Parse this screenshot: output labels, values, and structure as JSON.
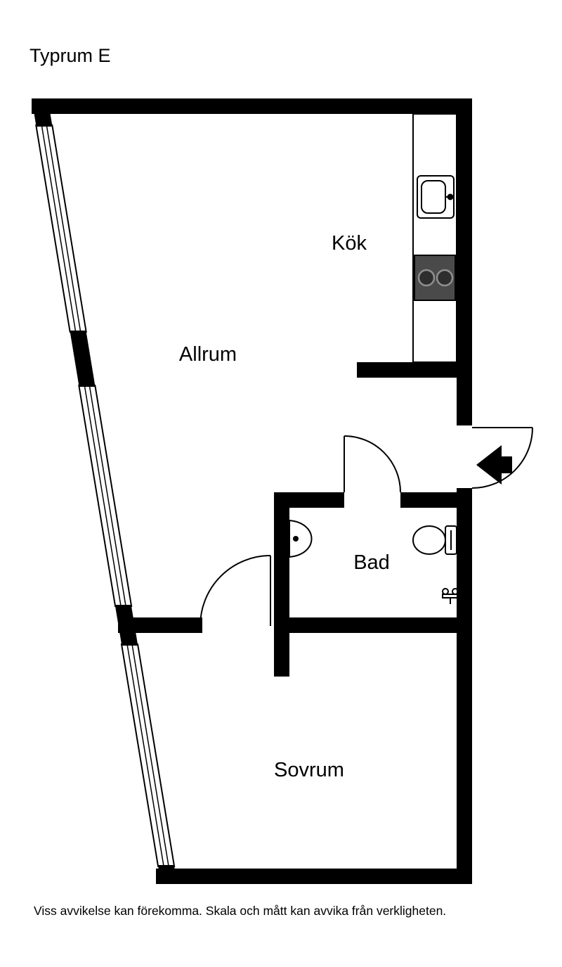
{
  "title": "Typrum E",
  "caption": "Viss avvikelse kan förekomma. Skala och mått kan avvika från verkligheten.",
  "rooms": {
    "kitchen": "Kök",
    "living": "Allrum",
    "bath": "Bad",
    "bedroom": "Sovrum"
  },
  "colors": {
    "wall": "#000000",
    "background": "#ffffff",
    "stove": "#4a4a4a",
    "burner": "#2e2e2e",
    "burner_ring": "#8f8f8f"
  },
  "icons": {
    "entrance": "entrance-arrow-icon",
    "sink": "kitchen-sink-icon",
    "stove": "stove-icon",
    "toilet": "toilet-icon",
    "washbasin": "washbasin-icon",
    "shower": "shower-faucet-icon"
  }
}
